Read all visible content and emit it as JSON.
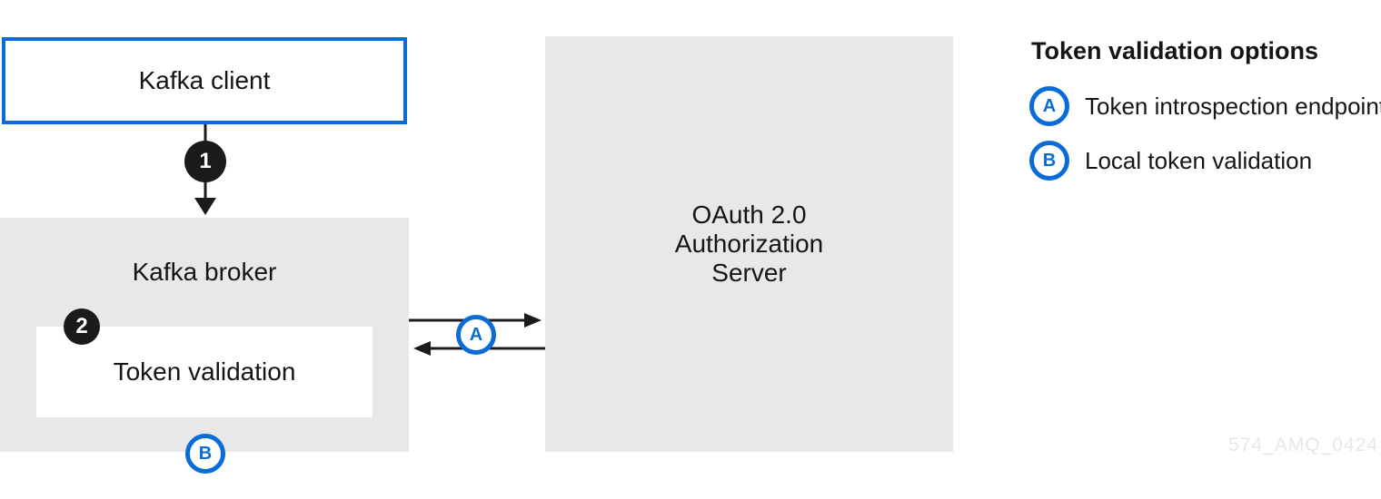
{
  "diagram": {
    "kafka_client": {
      "label": "Kafka client"
    },
    "kafka_broker": {
      "label": "Kafka broker"
    },
    "token_validation": {
      "label": "Token validation"
    },
    "oauth_server": {
      "lines": [
        "OAuth 2.0",
        "Authorization",
        "Server"
      ]
    },
    "steps": {
      "step1": "1",
      "step2": "2"
    },
    "markers": {
      "a": "A",
      "b": "B"
    }
  },
  "legend": {
    "title": "Token validation options",
    "items": [
      {
        "marker": "A",
        "label": "Token introspection endpoint"
      },
      {
        "marker": "B",
        "label": "Local token validation"
      }
    ]
  },
  "watermark": "574_AMQ_0424",
  "colors": {
    "accent_blue": "#0a6cd6",
    "box_gray": "#e8e8e8",
    "badge_black": "#1b1b1b",
    "text_dark": "#151515",
    "watermark_gray": "#e7e7e7"
  }
}
